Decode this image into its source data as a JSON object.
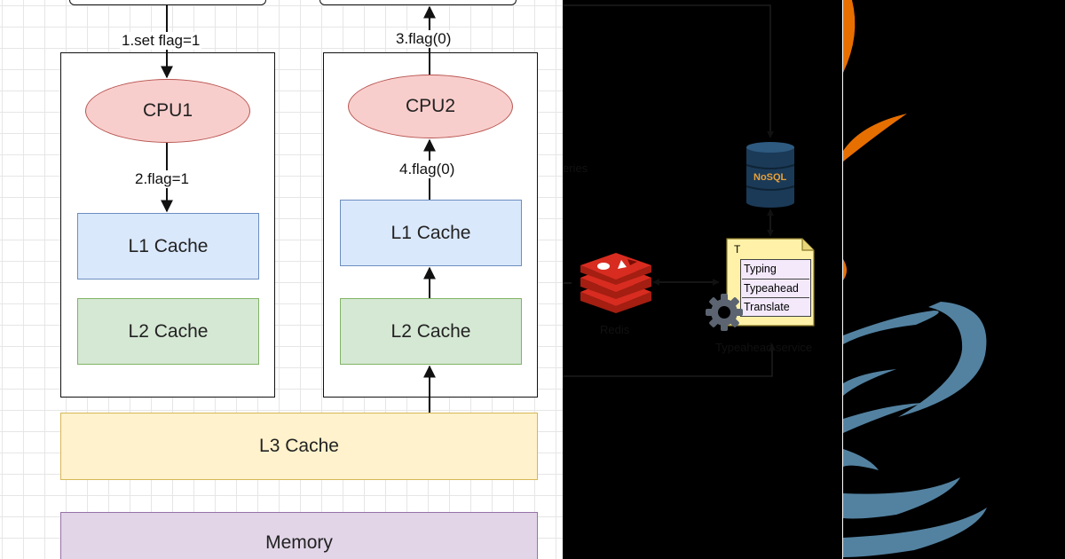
{
  "cache_diagram": {
    "cpu1": {
      "label": "CPU1",
      "l1": "L1 Cache",
      "l2": "L2 Cache"
    },
    "cpu2": {
      "label": "CPU2",
      "l1": "L1 Cache",
      "l2": "L2 Cache"
    },
    "l3": "L3 Cache",
    "memory": "Memory",
    "steps": {
      "set_flag": "1.set flag=1",
      "flag_1": "2.flag=1",
      "flag_0_out": "3.flag(0)",
      "flag_0_in": "4.flag(0)"
    }
  },
  "typeahead_diagram": {
    "nosql_label": "NoSQL",
    "redis_label": "Redis",
    "service_label": "Typeahead service",
    "service_rows": [
      "Typing",
      "Typeahead",
      "Translate"
    ],
    "service_header": "T",
    "clipped_text": "eries"
  },
  "colors": {
    "l1_fill": "#dae8fc",
    "l2_fill": "#d5e8d4",
    "l3_fill": "#fff2cc",
    "memory_fill": "#e1d5e7",
    "cpu_fill": "#f8cecc",
    "redis_red": "#d82c20",
    "nosql_blue": "#1b3a57",
    "java_orange": "#e76f00",
    "java_blue": "#5382a1"
  }
}
